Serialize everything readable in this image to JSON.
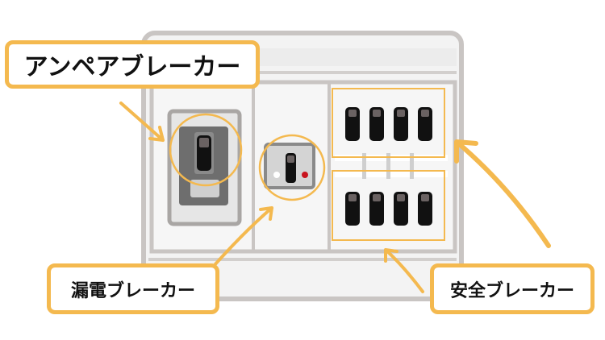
{
  "labels": {
    "ampere_breaker": "アンペアブレーカー",
    "leakage_breaker": "漏電ブレーカー",
    "safety_breaker": "安全ブレーカー"
  },
  "colors": {
    "accent": "#f4b94f",
    "panel": "#f2f2f2",
    "frame": "#c9c5c3",
    "switch": "#111111",
    "indicator_red": "#c8141e"
  }
}
